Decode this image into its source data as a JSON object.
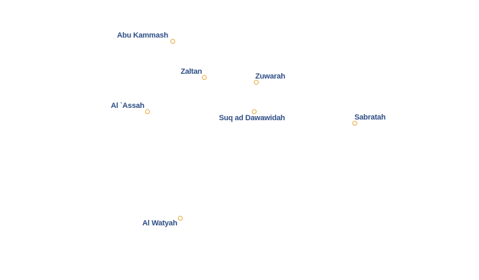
{
  "colors": {
    "background": "#ffffff",
    "label": "#2f4f86",
    "marker": "#e8a93a"
  },
  "icons": {
    "place_marker": "circle-marker-icon"
  },
  "places": [
    {
      "name": "Abu Kammash"
    },
    {
      "name": "Zaltan"
    },
    {
      "name": "Zuwarah"
    },
    {
      "name": "Al `Assah"
    },
    {
      "name": "Suq ad Dawawidah"
    },
    {
      "name": "Sabratah"
    },
    {
      "name": "Al Watyah"
    }
  ]
}
